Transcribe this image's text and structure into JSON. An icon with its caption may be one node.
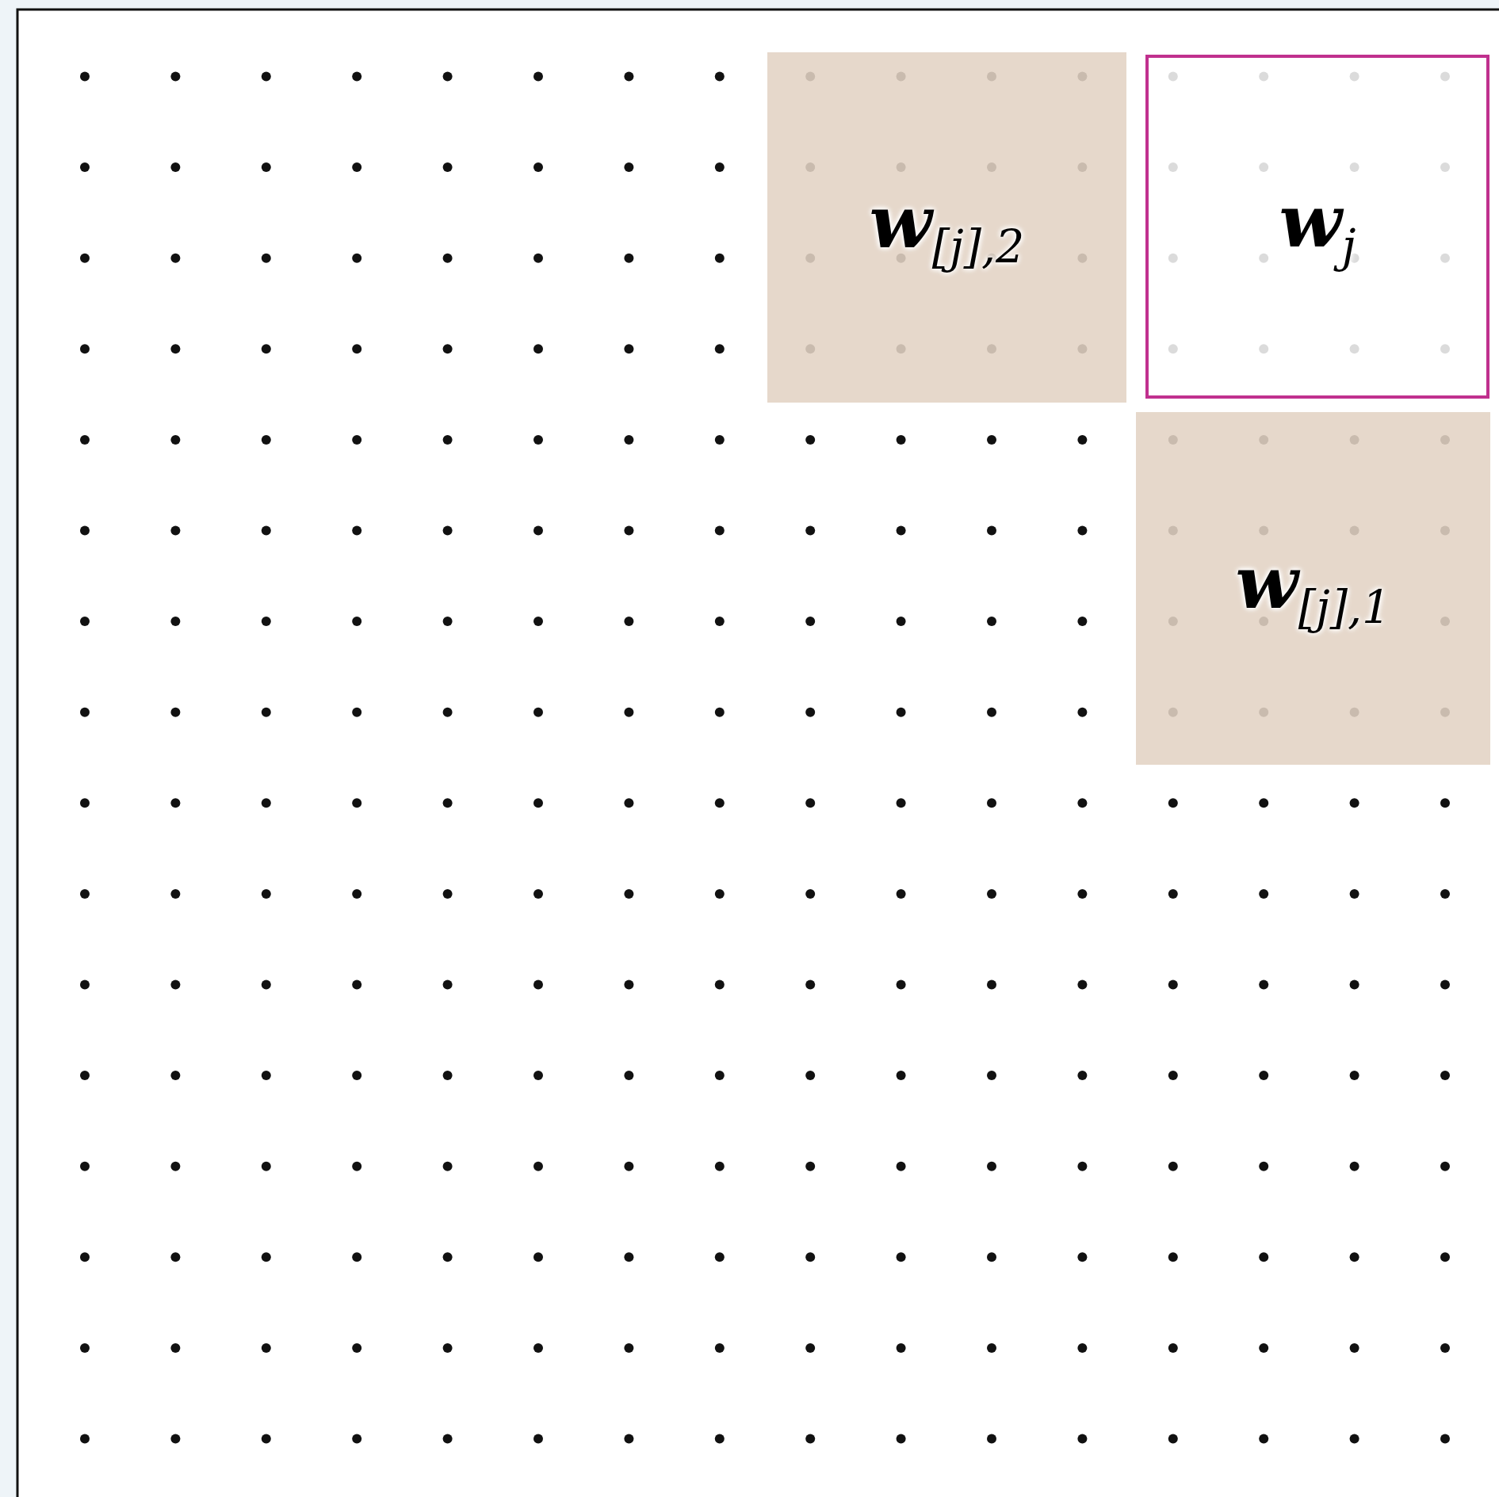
{
  "diagram": {
    "nodes": [
      {
        "text": [
          "**w**$_{[j],2}$"
        ]
      },
      {
        "text": [
          "**w**$_{j}$"
        ]
      },
      {
        "text": [
          "**w**$_{[j],1}$"
        ]
      }
    ]
  }
}
